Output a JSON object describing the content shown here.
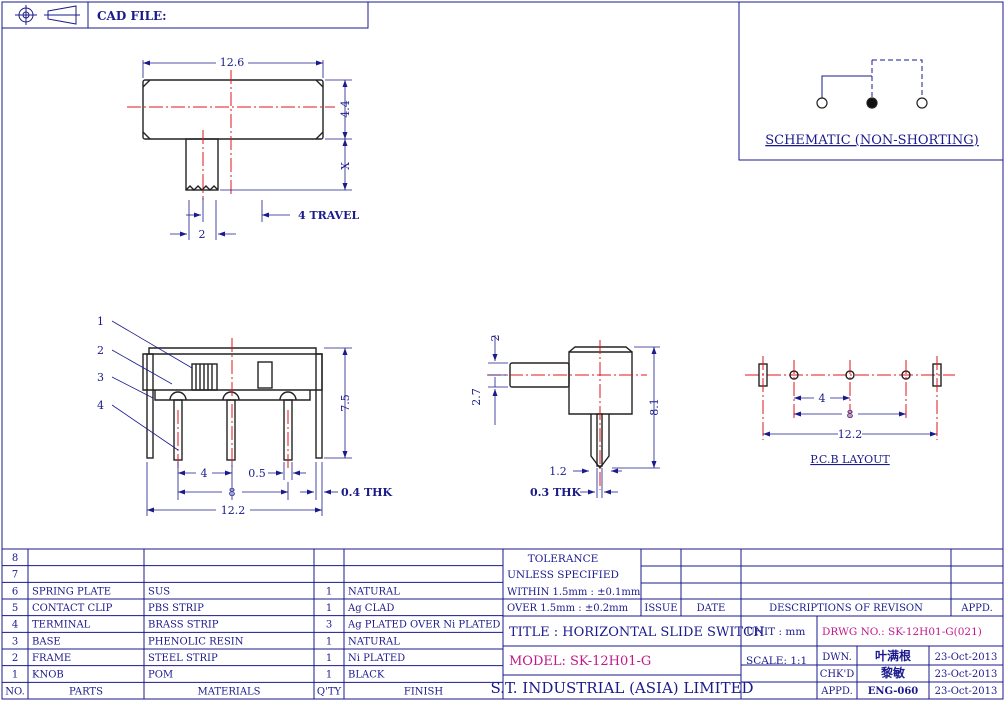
{
  "header": {
    "cad_file_label": "CAD FILE:"
  },
  "schematic": {
    "title": "SCHEMATIC (NON-SHORTING)"
  },
  "top_view": {
    "dim_length": "12.6",
    "dim_height": "4.4",
    "dim_x": "X",
    "dim_pitch": "2",
    "dim_travel": "4 TRAVEL"
  },
  "front_view": {
    "callouts": [
      "1",
      "2",
      "3",
      "4"
    ],
    "dim_height": "7.5",
    "dim_pin_pitch": "4",
    "dim_pin_width": "0.5",
    "dim_pin_span": "8",
    "dim_thickness": "0.4 THK",
    "dim_overall": "12.2"
  },
  "side_view": {
    "dim_knob_top": "2",
    "dim_knob": "2.7",
    "dim_height": "8.1",
    "dim_pin": "1.2",
    "dim_thickness": "0.3 THK"
  },
  "pcb": {
    "dim_pitch": "4",
    "dim_span": "8",
    "dim_overall": "12.2",
    "label": "P.C.B LAYOUT"
  },
  "bom": {
    "rows": [
      {
        "no": "8",
        "part": "",
        "material": "",
        "qty": "",
        "finish": ""
      },
      {
        "no": "7",
        "part": "",
        "material": "",
        "qty": "",
        "finish": ""
      },
      {
        "no": "6",
        "part": "SPRING PLATE",
        "material": "SUS",
        "qty": "1",
        "finish": "NATURAL"
      },
      {
        "no": "5",
        "part": "CONTACT CLIP",
        "material": "PBS STRIP",
        "qty": "1",
        "finish": "Ag CLAD"
      },
      {
        "no": "4",
        "part": "TERMINAL",
        "material": "BRASS STRIP",
        "qty": "3",
        "finish": "Ag PLATED OVER Ni PLATED"
      },
      {
        "no": "3",
        "part": "BASE",
        "material": "PHENOLIC RESIN",
        "qty": "1",
        "finish": "NATURAL"
      },
      {
        "no": "2",
        "part": "FRAME",
        "material": "STEEL STRIP",
        "qty": "1",
        "finish": "Ni PLATED"
      },
      {
        "no": "1",
        "part": "KNOB",
        "material": "POM",
        "qty": "1",
        "finish": "BLACK"
      }
    ],
    "headers": {
      "no": "NO.",
      "part": "PARTS",
      "material": "MATERIALS",
      "qty": "Q'TY",
      "finish": "FINISH"
    }
  },
  "title_block": {
    "tolerance_1": "TOLERANCE",
    "tolerance_2": "UNLESS  SPECIFIED",
    "within": "WITHIN  1.5mm : ±0.1mm",
    "over": "OVER   1.5mm : ±0.2mm",
    "issue": "ISSUE",
    "date": "DATE",
    "descriptions": "DESCRIPTIONS OF REVISON",
    "appd_rev": "APPD.",
    "title": "TITLE : HORIZONTAL SLIDE SWITCH",
    "unit": "UNIT :  mm",
    "drwg_no": "DRWG NO.: SK-12H01-G(021)",
    "model": "MODEL: SK-12H01-G",
    "scale": "SCALE:  1:1",
    "dwn_label": "DWN.",
    "dwn_name": "叶满根",
    "dwn_date": "23-Oct-2013",
    "chk_label": "CHK'D",
    "chk_name": "黎敏",
    "chk_date": "23-Oct-2013",
    "company": "S.T. INDUSTRIAL (ASIA) LIMITED",
    "appd_label": "APPD.",
    "appd_name": "ENG-060",
    "appd_date": "23-Oct-2013"
  },
  "colors": {
    "ink": "#1a1a8c",
    "centerline": "#e0141e",
    "highlight": "#c0188a"
  }
}
